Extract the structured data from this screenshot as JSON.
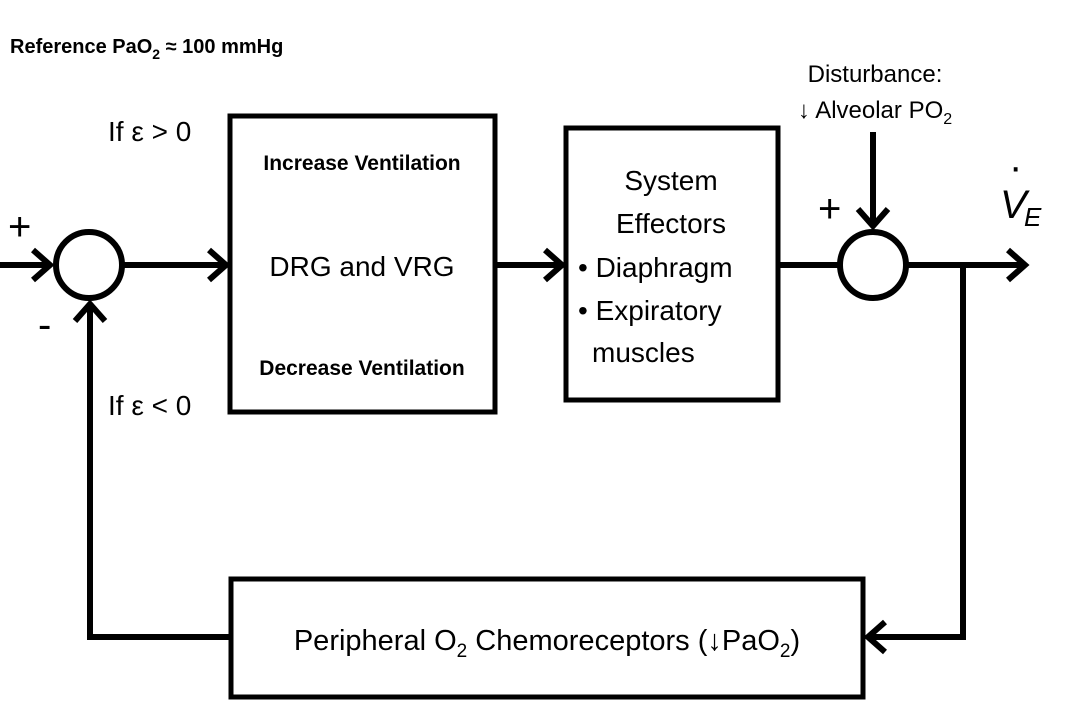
{
  "reference": {
    "prefix": "Reference PaO",
    "sub": "2",
    "suffix": " ≈ 100 mmHg"
  },
  "disturbance": {
    "line1": "Disturbance:",
    "line2_prefix": "↓ Alveolar PO",
    "line2_sub": "2"
  },
  "conditions": {
    "positive": "If ε > 0",
    "negative": "If ε < 0"
  },
  "signs": {
    "comparator_plus": "+",
    "comparator_minus": "-",
    "disturbance_plus": "+"
  },
  "controller": {
    "top": "Increase Ventilation",
    "middle": "DRG and VRG",
    "bottom": "Decrease Ventilation"
  },
  "effectors": {
    "line1": "System",
    "line2": "Effectors",
    "line3": "• Diaphragm",
    "line4": "• Expiratory",
    "line5": "muscles"
  },
  "output": {
    "symbol": "V",
    "dot": "·",
    "sub": "E"
  },
  "feedback": {
    "prefix": "Peripheral O",
    "sub": "2",
    "middle": " Chemoreceptors (↓PaO",
    "sub2": "2",
    "suffix": ")"
  }
}
